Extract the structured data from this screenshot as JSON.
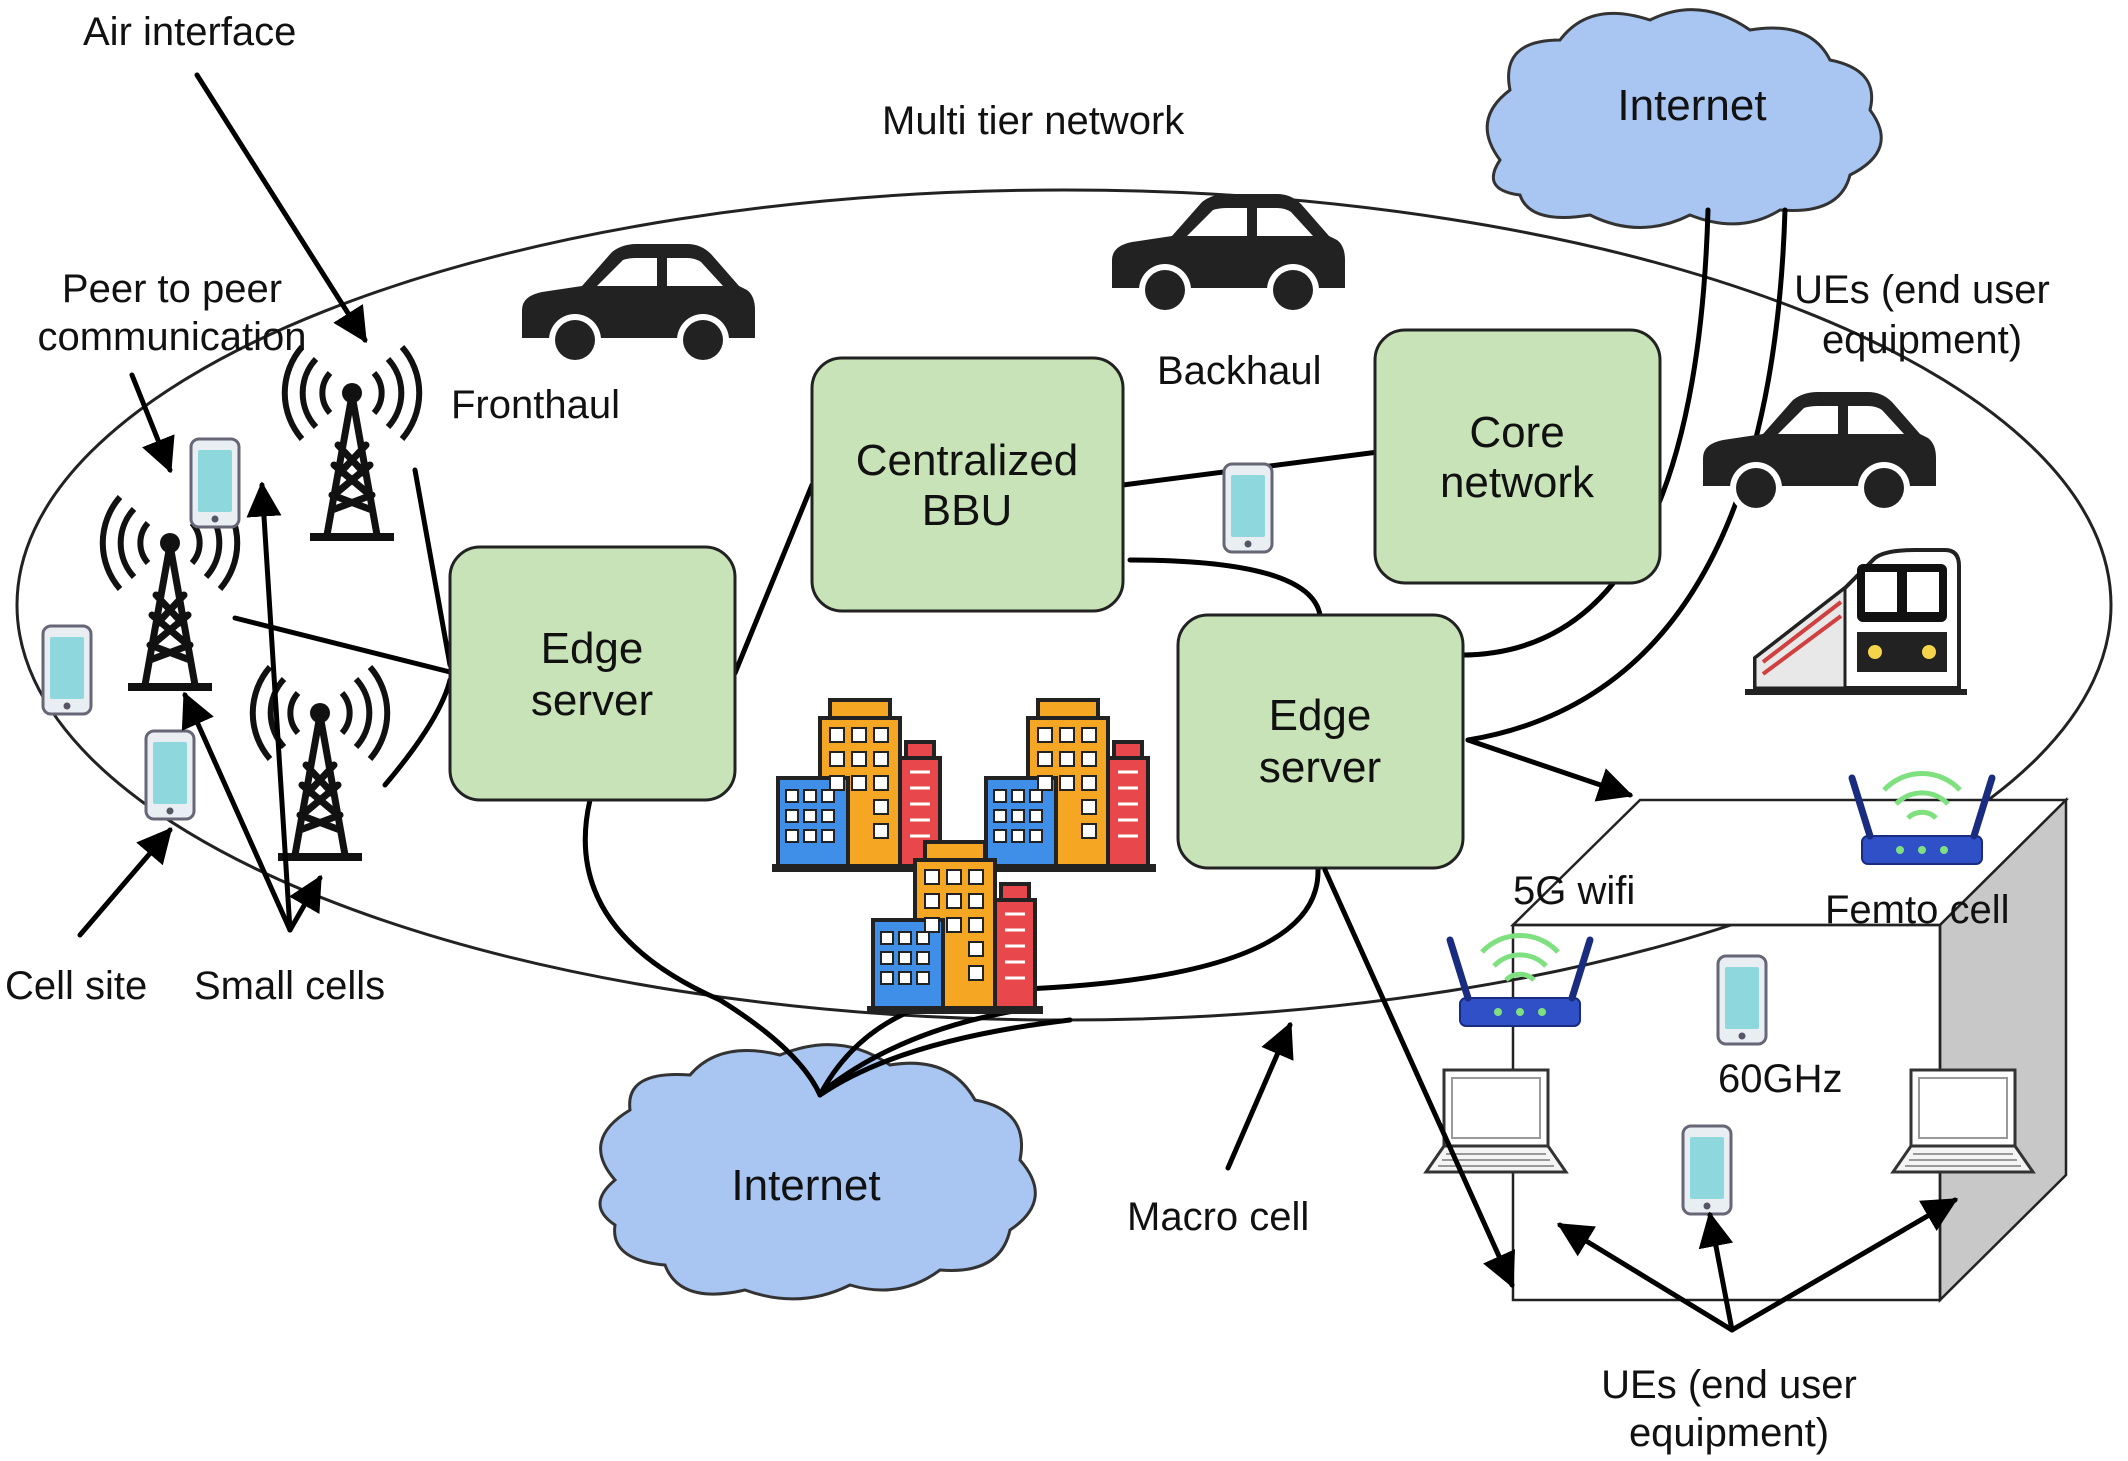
{
  "labels": {
    "air_interface": "Air interface",
    "multi_tier": "Multi tier network",
    "peer_to_peer_1": "Peer to peer",
    "peer_to_peer_2": "communication",
    "fronthaul": "Fronthaul",
    "backhaul": "Backhaul",
    "ues_top_1": "UEs (end user",
    "ues_top_2": "equipment)",
    "cell_site": "Cell site",
    "small_cells": "Small cells",
    "five_g_wifi": "5G wifi",
    "femto_cell": "Femto cell",
    "sixty_ghz": "60GHz",
    "macro_cell": "Macro cell",
    "ues_bottom_1": "UEs (end user",
    "ues_bottom_2": "equipment)"
  },
  "nodes": {
    "centralized_bbu_1": "Centralized",
    "centralized_bbu_2": "BBU",
    "core_network_1": "Core",
    "core_network_2": "network",
    "edge_server_left_1": "Edge",
    "edge_server_left_2": "server",
    "edge_server_right_1": "Edge",
    "edge_server_right_2": "server",
    "internet_top": "Internet",
    "internet_bottom": "Internet"
  },
  "colors": {
    "box_fill": "#c8e3b8",
    "cloud_fill": "#a9c6f3",
    "phone_fill": "#8ed8dd",
    "car_fill": "#222222",
    "router_fill": "#3050c8",
    "wifi_wave": "#7fe080",
    "building_orange": "#f5a623",
    "building_red": "#e8484c",
    "building_blue": "#3f8fe8"
  }
}
